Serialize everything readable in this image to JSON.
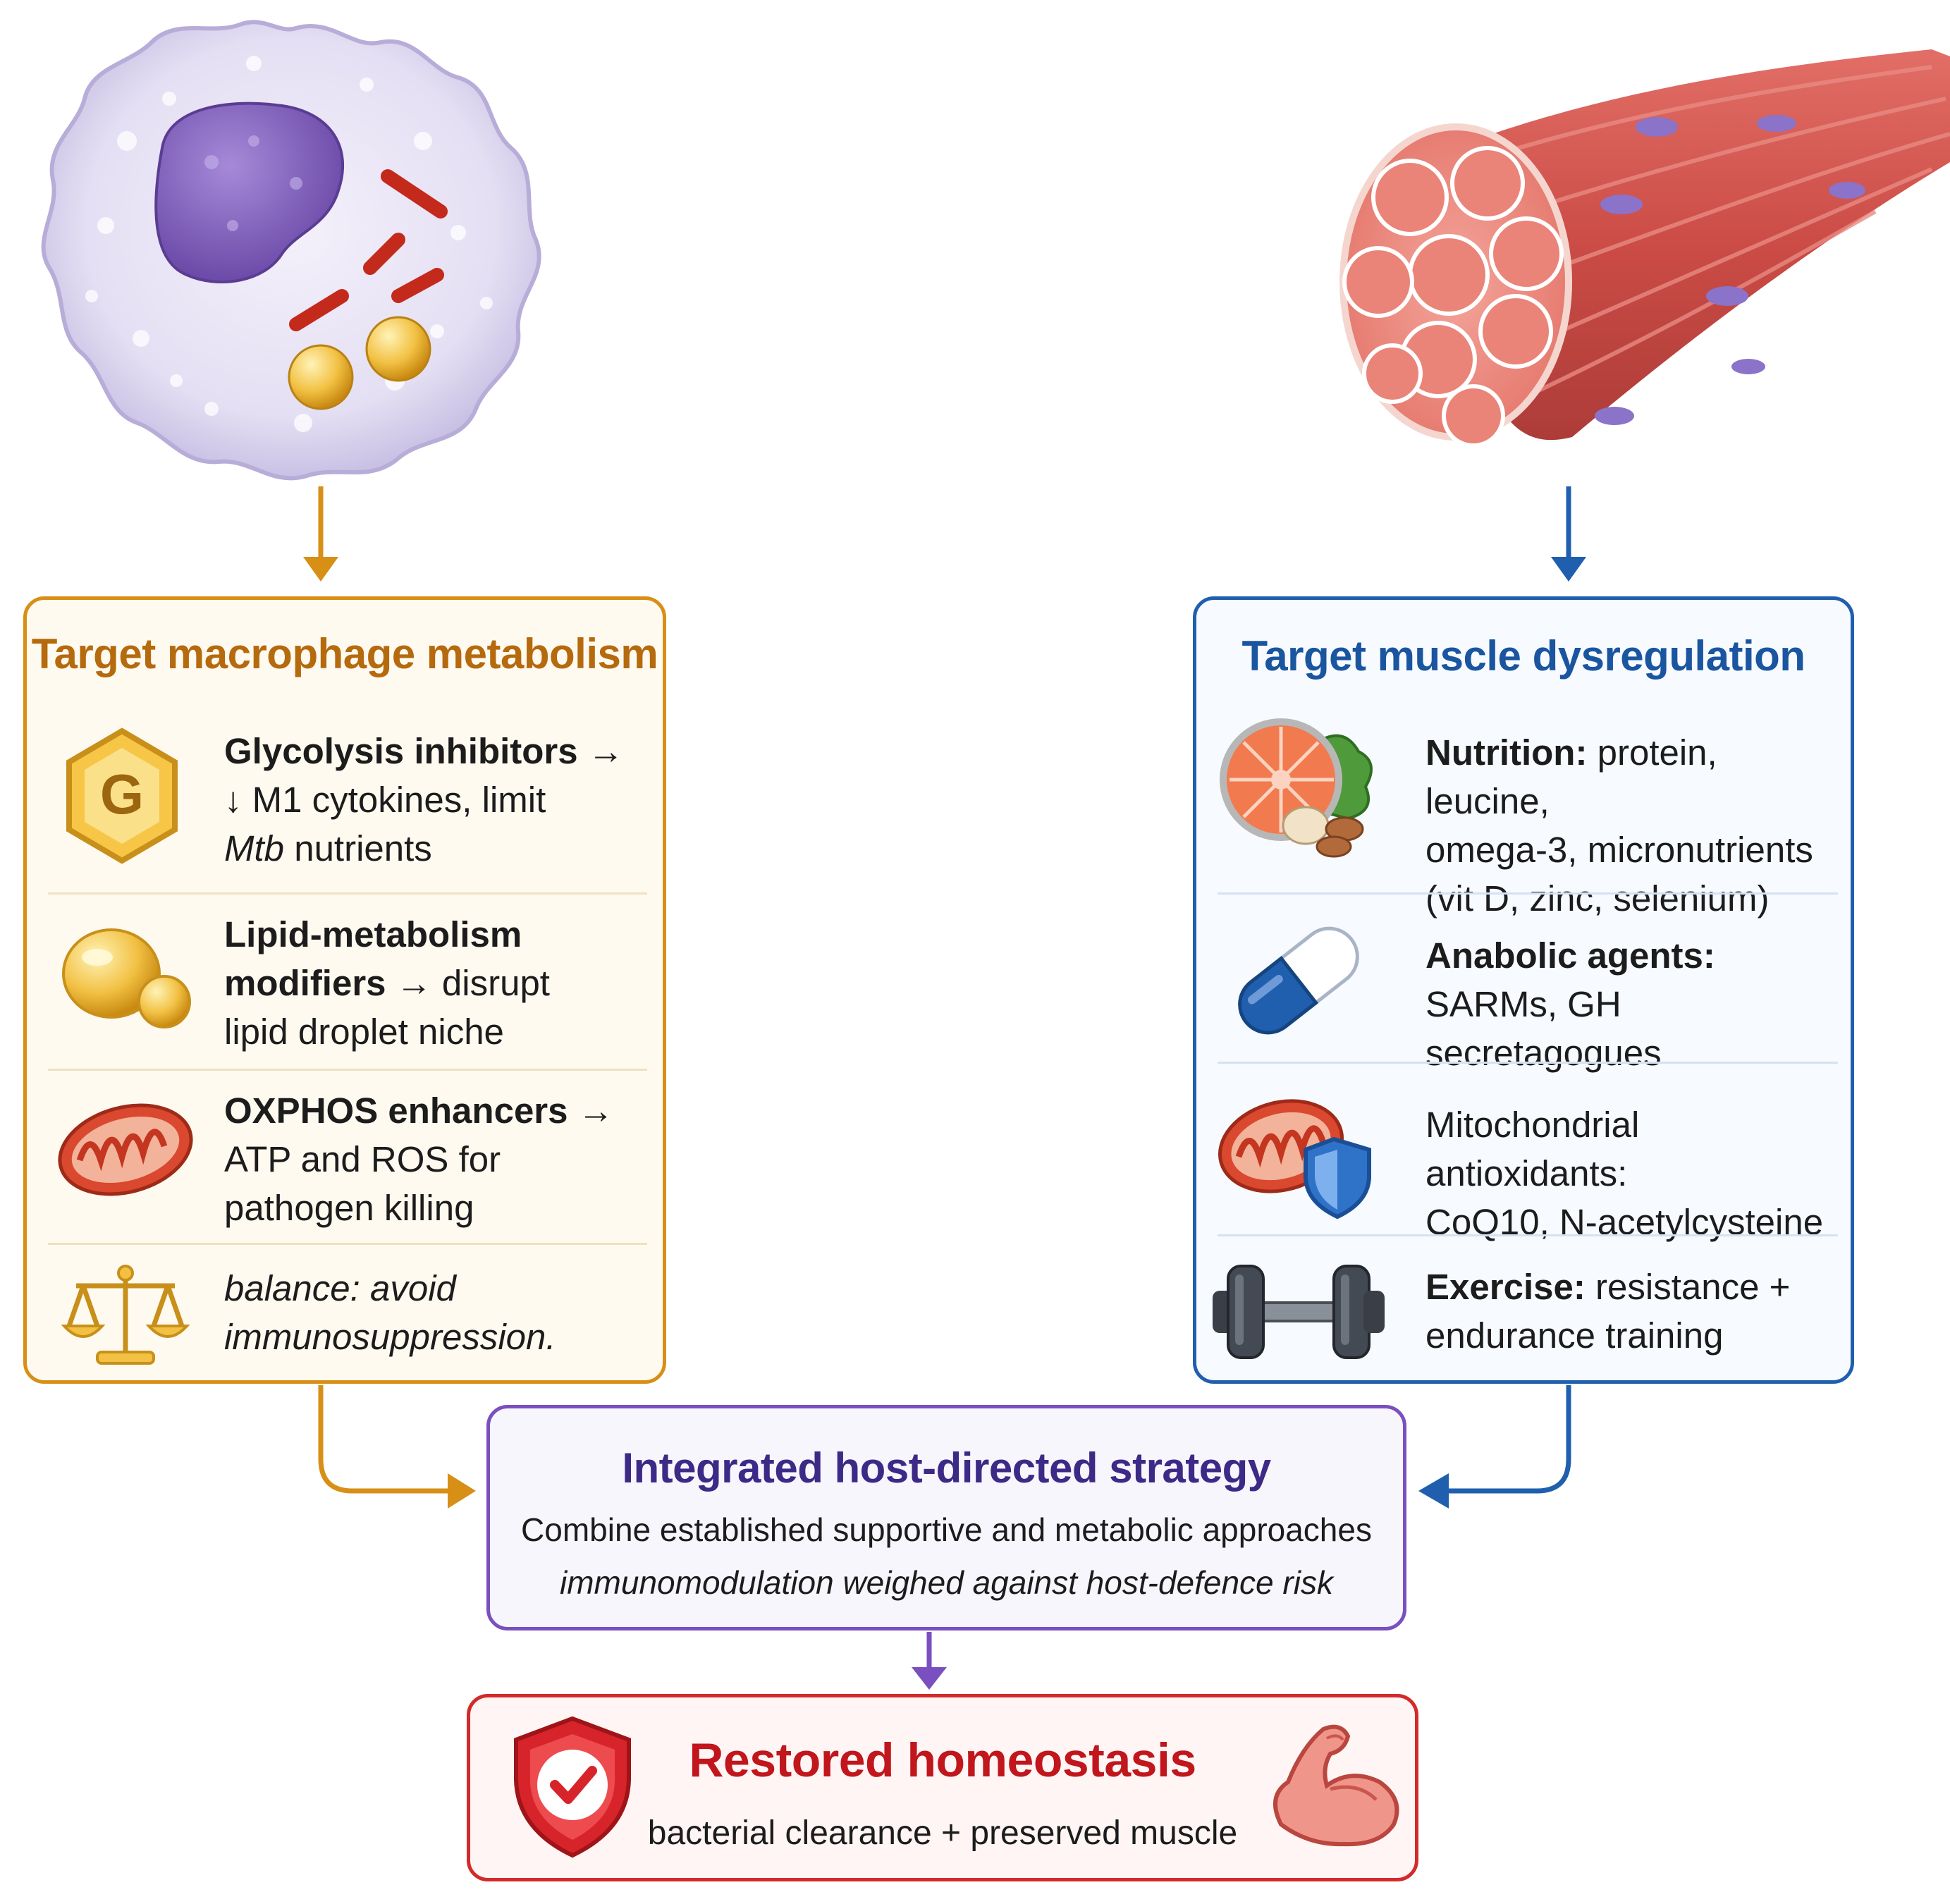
{
  "colors": {
    "macrophage_accent": "#d78f16",
    "macrophage_title": "#b56a0e",
    "macrophage_bg": "#fffaf0",
    "muscle_accent": "#1f5fae",
    "muscle_title": "#1a55a0",
    "muscle_bg": "#f7faff",
    "integrated_accent": "#7a4fbf",
    "integrated_title": "#3d2a86",
    "integrated_bg": "#f8f6fd",
    "homeostasis_accent": "#d32a2a",
    "homeostasis_title": "#c0161c",
    "homeostasis_bg": "#fff5f5"
  },
  "left_panel": {
    "title": "Target macrophage metabolism",
    "items": [
      {
        "icon": "hexagon-g-icon",
        "icon_letter": "G",
        "bold": "Glycolysis inhibitors",
        "arrow": " →",
        "line2": "↓ M1 cytokines, limit",
        "italic": "Mtb",
        "line3": " nutrients"
      },
      {
        "icon": "lipid-droplet-icon",
        "bold1": "Lipid-metabolism",
        "bold2": "modifiers",
        "arrow": " → disrupt",
        "line3": "lipid droplet niche"
      },
      {
        "icon": "mitochondrion-icon",
        "bold": "OXPHOS enhancers",
        "arrow": " →",
        "line2": "ATP and ROS for",
        "line3": "pathogen killing"
      },
      {
        "icon": "balance-scale-icon",
        "line1": "balance: avoid",
        "line2": "immunosuppression."
      }
    ]
  },
  "right_panel": {
    "title": "Target muscle dysregulation",
    "items": [
      {
        "icon": "nutrition-food-icon",
        "bold": "Nutrition:",
        "line1": " protein, leucine,",
        "line2": "omega-3, micronutrients",
        "line3": "(vit D, zinc, selenium)"
      },
      {
        "icon": "capsule-icon",
        "bold": "Anabolic agents:",
        "line2": "SARMs, GH secretagogues"
      },
      {
        "icon": "mitochondrion-shield-icon",
        "line1": "Mitochondrial antioxidants:",
        "line2": "CoQ10, N-acetylcysteine"
      },
      {
        "icon": "dumbbell-icon",
        "bold": "Exercise:",
        "line1": " resistance +",
        "line2": "endurance training"
      }
    ]
  },
  "integrated": {
    "title": "Integrated host-directed strategy",
    "line1": "Combine established supportive and metabolic approaches",
    "line2": "immunomodulation weighed against host-defence risk"
  },
  "homeostasis": {
    "title": "Restored homeostasis",
    "subtitle": "bacterial clearance + preserved muscle"
  },
  "illustrations": {
    "left": "macrophage-cell-illustration",
    "right": "muscle-fiber-bundle-illustration"
  }
}
